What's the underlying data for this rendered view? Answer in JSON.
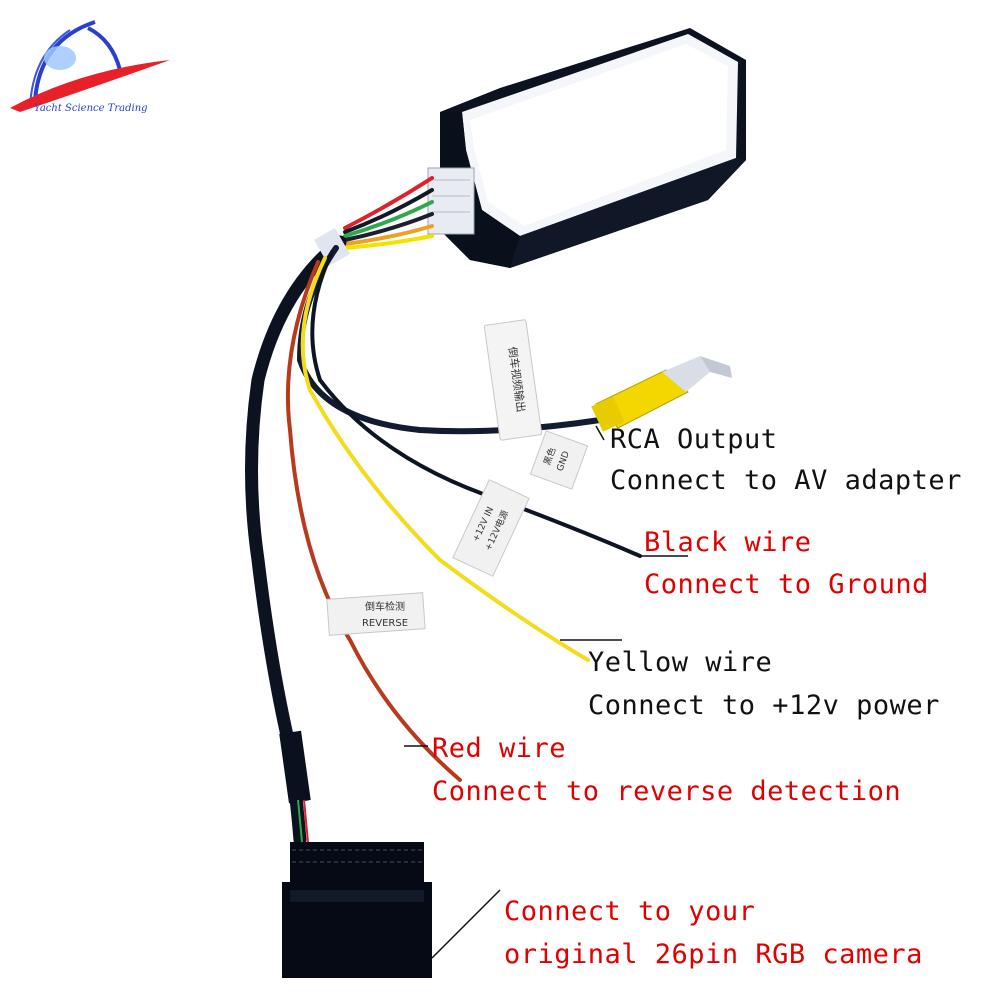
{
  "watermark": {
    "text": "Yacht Science Trading"
  },
  "tags": {
    "video_out": "倒车视频输出",
    "power_top": "+12V IN",
    "power_bottom": "+12V电源",
    "ground_top": "黑色",
    "ground_bottom": "GND",
    "reverse_top": "倒车检测",
    "reverse_bottom": "REVERSE"
  },
  "annotations": {
    "rca": {
      "title": "RCA Output",
      "detail": "Connect to AV adapter",
      "color": "#111111"
    },
    "black": {
      "title": "Black wire",
      "detail": "Connect to Ground",
      "color": "#e00000"
    },
    "yellow": {
      "title": "Yellow wire",
      "detail": "Connect to +12v power",
      "color": "#111111"
    },
    "red": {
      "title": "Red wire",
      "detail": "Connect to reverse detection",
      "color": "#e00000"
    },
    "camera": {
      "title": "Connect to your",
      "detail": "original 26pin RGB camera",
      "color": "#e00000"
    }
  }
}
